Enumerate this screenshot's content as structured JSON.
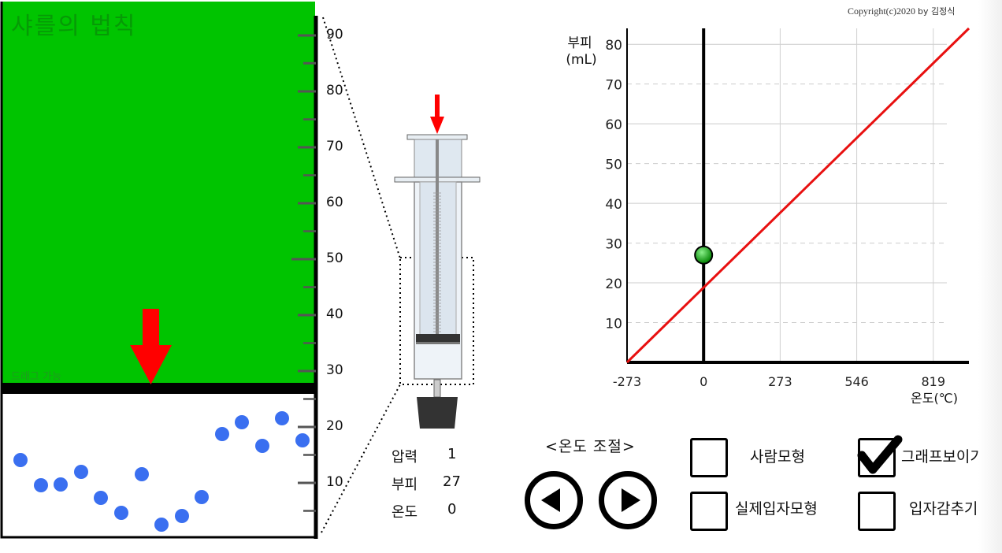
{
  "app": {
    "title": "샤를의 법칙",
    "drag_hint": "드래그 가능"
  },
  "copyright": {
    "text": "Copyright(c)2020",
    "author": "by 김정식"
  },
  "scale": {
    "ticks": [
      "10",
      "20",
      "30",
      "40",
      "50",
      "60",
      "70",
      "80",
      "90"
    ]
  },
  "readouts": {
    "pressure": {
      "label": "압력",
      "value": "1"
    },
    "volume": {
      "label": "부피",
      "value": "27"
    },
    "temperature": {
      "label": "온도",
      "value": "0"
    }
  },
  "controls": {
    "temp_adjust_label": "<온도 조절>",
    "decrease_icon": "play-left-icon",
    "increase_icon": "play-right-icon"
  },
  "checkboxes": {
    "person_model": {
      "label": "사람모형",
      "checked": false
    },
    "real_particle_model": {
      "label": "실제입자모형",
      "checked": false
    },
    "show_graph": {
      "label": "그래프보이기",
      "checked": true
    },
    "hide_particles": {
      "label": "입자감추기",
      "checked": false
    }
  },
  "chart_data": {
    "type": "line",
    "ylabel": "부피\n(mL)",
    "xlabel": "온도(℃)",
    "x_ticks": [
      "-273",
      "0",
      "273",
      "546",
      "819"
    ],
    "y_ticks": [
      "10",
      "20",
      "30",
      "40",
      "50",
      "60",
      "70",
      "80"
    ],
    "xlim": [
      -273,
      946
    ],
    "ylim": [
      0,
      84
    ],
    "series": [
      {
        "color": "#e81010",
        "x": [
          -273,
          946
        ],
        "y": [
          0,
          84
        ]
      }
    ],
    "current_point": {
      "x": 0,
      "y": 27,
      "color": "#0a8a0a"
    },
    "marker_line_x": 0,
    "grid": true
  },
  "colors": {
    "chamber_bg": "#00c400",
    "arrow": "#ff0000",
    "particle": "#3a6ff0",
    "line": "#e81010",
    "point": "#0a8a0a"
  }
}
